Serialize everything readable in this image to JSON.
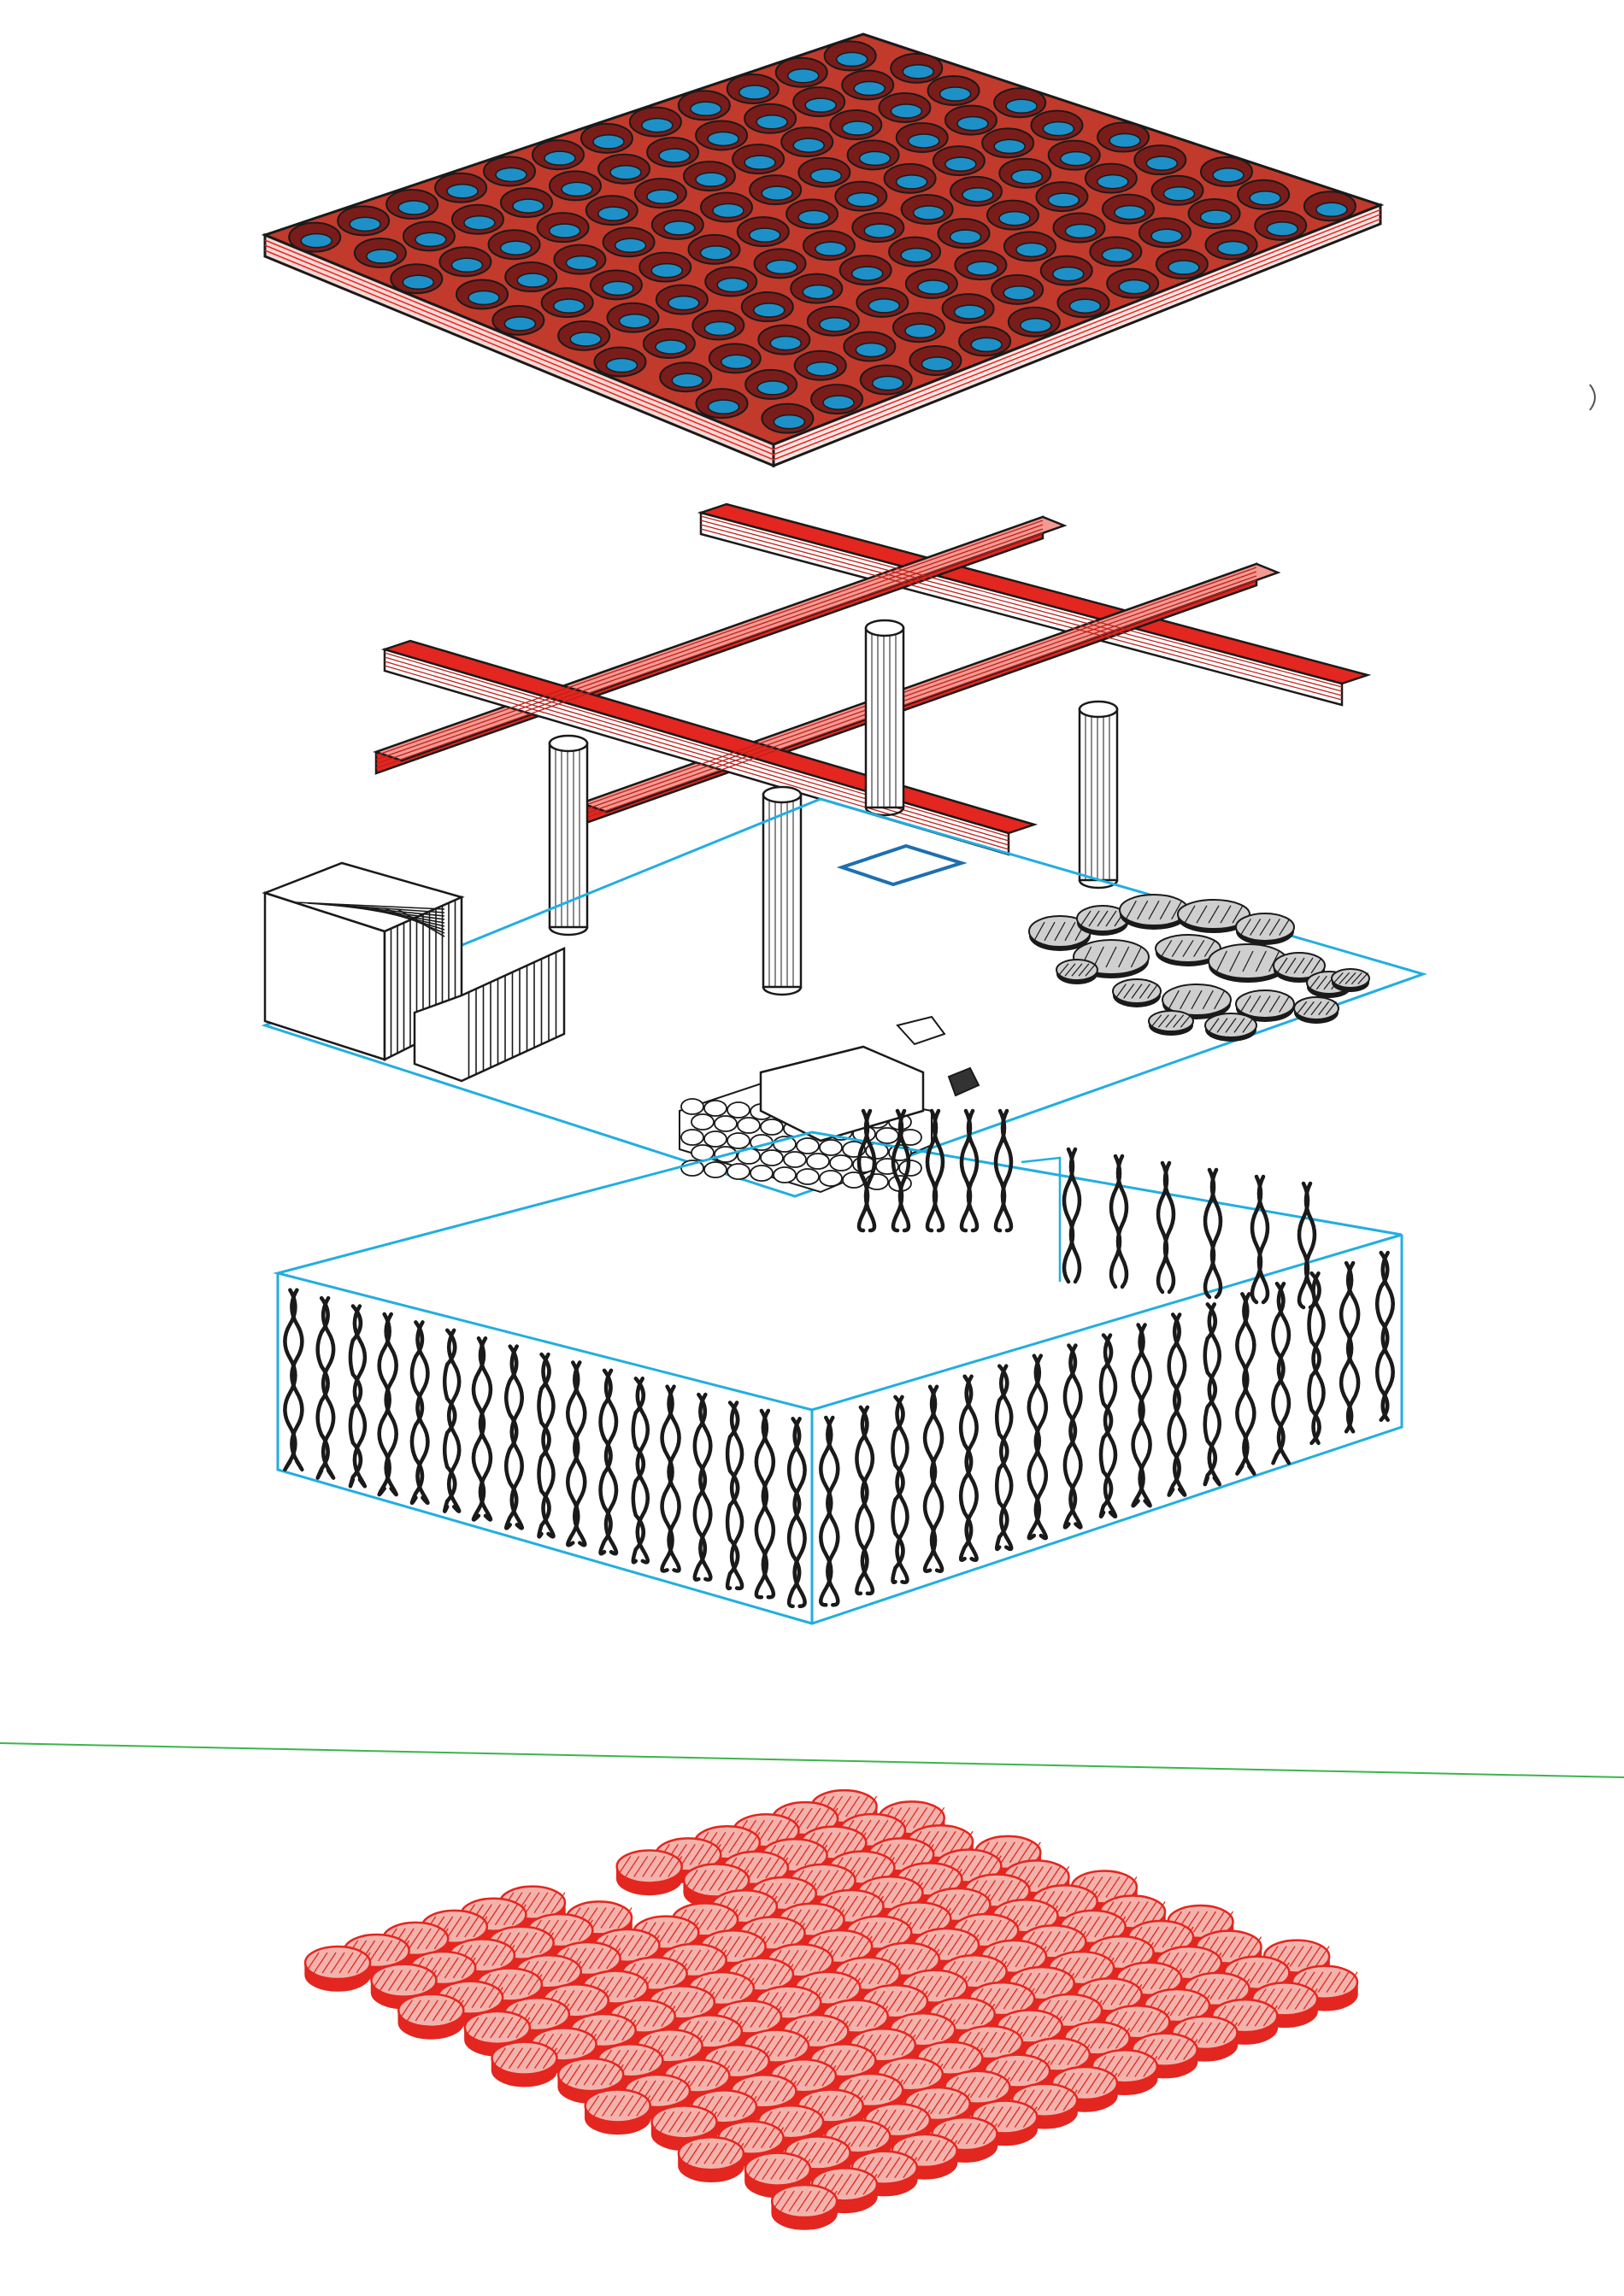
{
  "colors": {
    "red": "#e3261f",
    "dark_red": "#7a1d1a",
    "blue": "#1e90c8",
    "cyan": "#22aee0",
    "ink": "#1a1a1a",
    "green": "#3bb54a",
    "pink_fill": "#f3b3ad",
    "paper": "#ffffff"
  },
  "layers": [
    {
      "id": "roof",
      "description_icon": "perforated-roof-icon"
    },
    {
      "id": "beams",
      "description_icon": "beam-grid-icon"
    },
    {
      "id": "floor",
      "description_icon": "floor-platform-icon"
    },
    {
      "id": "walls",
      "description_icon": "twisted-rod-wall-icon"
    },
    {
      "id": "ground",
      "description_icon": "hex-tile-base-icon"
    }
  ]
}
